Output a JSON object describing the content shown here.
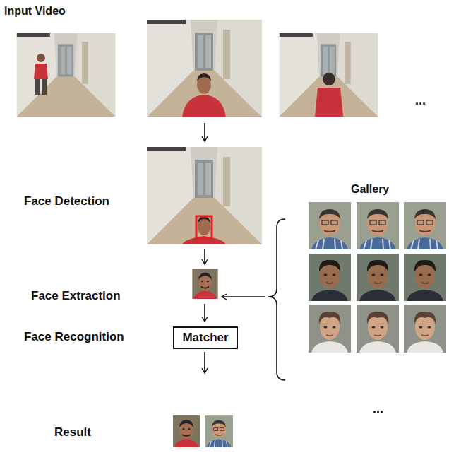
{
  "diagram": {
    "nodes": [
      {
        "text": [
          "Matcher"
        ]
      }
    ],
    "labels": [
      "Input Video",
      "...",
      "Gallery",
      "Face Detection",
      "Face Extraction",
      "Face Recognition",
      "...",
      "Result"
    ]
  }
}
